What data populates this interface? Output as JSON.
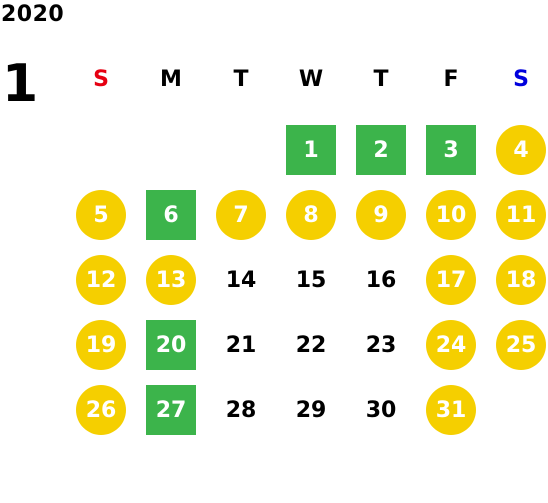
{
  "calendar": {
    "year": "2020",
    "month": "1",
    "weekdays": [
      {
        "label": "S",
        "color": "#e60012"
      },
      {
        "label": "M",
        "color": "#000000"
      },
      {
        "label": "T",
        "color": "#000000"
      },
      {
        "label": "W",
        "color": "#000000"
      },
      {
        "label": "T",
        "color": "#000000"
      },
      {
        "label": "F",
        "color": "#000000"
      },
      {
        "label": "S",
        "color": "#0000dd"
      }
    ],
    "colors": {
      "holiday": "#f5cf00",
      "special": "#3cb44b",
      "plain_text": "#000000"
    },
    "days": [
      {
        "day": "1",
        "style": "special"
      },
      {
        "day": "2",
        "style": "special"
      },
      {
        "day": "3",
        "style": "special"
      },
      {
        "day": "4",
        "style": "holiday"
      },
      {
        "day": "5",
        "style": "holiday"
      },
      {
        "day": "6",
        "style": "special"
      },
      {
        "day": "7",
        "style": "holiday"
      },
      {
        "day": "8",
        "style": "holiday"
      },
      {
        "day": "9",
        "style": "holiday"
      },
      {
        "day": "10",
        "style": "holiday"
      },
      {
        "day": "11",
        "style": "holiday"
      },
      {
        "day": "12",
        "style": "holiday"
      },
      {
        "day": "13",
        "style": "holiday"
      },
      {
        "day": "14",
        "style": "plain"
      },
      {
        "day": "15",
        "style": "plain"
      },
      {
        "day": "16",
        "style": "plain"
      },
      {
        "day": "17",
        "style": "holiday"
      },
      {
        "day": "18",
        "style": "holiday"
      },
      {
        "day": "19",
        "style": "holiday"
      },
      {
        "day": "20",
        "style": "special"
      },
      {
        "day": "21",
        "style": "plain"
      },
      {
        "day": "22",
        "style": "plain"
      },
      {
        "day": "23",
        "style": "plain"
      },
      {
        "day": "24",
        "style": "holiday"
      },
      {
        "day": "25",
        "style": "holiday"
      },
      {
        "day": "26",
        "style": "holiday"
      },
      {
        "day": "27",
        "style": "special"
      },
      {
        "day": "28",
        "style": "plain"
      },
      {
        "day": "29",
        "style": "plain"
      },
      {
        "day": "30",
        "style": "plain"
      },
      {
        "day": "31",
        "style": "holiday"
      }
    ]
  }
}
